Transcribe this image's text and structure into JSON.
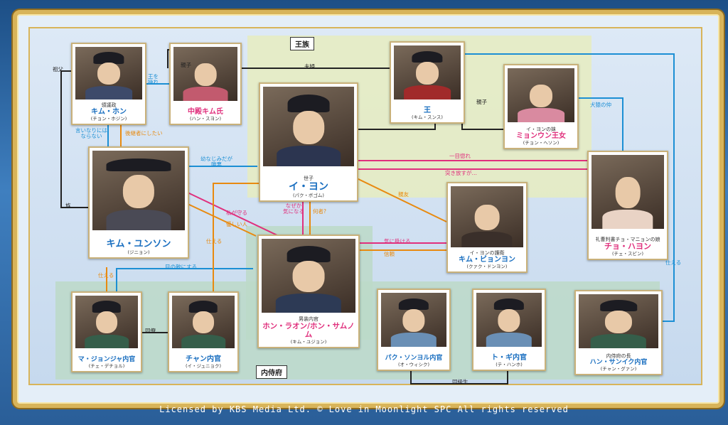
{
  "zones": {
    "royal": "王族",
    "eunuch": "内侍府"
  },
  "characters": [
    {
      "id": "kim-hon",
      "role": "領議政",
      "name": "キム・ホン",
      "actor": "(チョン・ホジン)",
      "color": "blue"
    },
    {
      "id": "queen-kim",
      "role": "",
      "name": "中殿キム氏",
      "actor": "(ハン・スヨン)",
      "color": "pink"
    },
    {
      "id": "king",
      "role": "",
      "name": "王",
      "actor": "(キム・スンス)",
      "color": "blue"
    },
    {
      "id": "princess-myeongeun",
      "role": "イ・ヨンの妹",
      "name": "ミョンウン王女",
      "actor": "(チョン・ヘソン)",
      "color": "pink"
    },
    {
      "id": "lee-yeong",
      "role": "世子",
      "name": "イ・ヨン",
      "actor": "(パク・ボゴム)",
      "color": "blue"
    },
    {
      "id": "kim-yunseong",
      "role": "",
      "name": "キム・ユンソン",
      "actor": "(ジニョン)",
      "color": "blue"
    },
    {
      "id": "jo-hayeon",
      "role": "礼曹判書チョ・マニョンの娘",
      "name": "チョ・ハヨン",
      "actor": "(チェ・スビン)",
      "color": "pink"
    },
    {
      "id": "kim-byeongyeon",
      "role": "イ・ヨンの護衛",
      "name": "キム・ビョンヨン",
      "actor": "(クァク・ドンヨン)",
      "color": "blue"
    },
    {
      "id": "hong-raon",
      "role": "男装内官",
      "name": "ホン・ラオン/ホン・サムノム",
      "actor": "(キム・ユジョン)",
      "color": "pink"
    },
    {
      "id": "ma-jongja",
      "role": "",
      "name": "マ・ジョンジャ内官",
      "actor": "(チェ・デチョル)",
      "color": "blue"
    },
    {
      "id": "chang",
      "role": "",
      "name": "チャン内官",
      "actor": "(イ・ジュニョク)",
      "color": "blue"
    },
    {
      "id": "park-sonyeol",
      "role": "",
      "name": "パク・ソンヨル内官",
      "actor": "(オ・ウィシク)",
      "color": "blue"
    },
    {
      "id": "togi",
      "role": "",
      "name": "ト・ギ内官",
      "actor": "(テ・ハンホ)",
      "color": "blue"
    },
    {
      "id": "han-sangik",
      "role": "内侍府の長",
      "name": "ハン・サンイク内官",
      "actor": "(チャン・グァン)",
      "color": "blue"
    }
  ],
  "relations": [
    {
      "id": "sofu",
      "text": "祖父",
      "color": "black"
    },
    {
      "id": "oyako1",
      "text": "親子",
      "color": "black"
    },
    {
      "id": "fuufu",
      "text": "夫婦",
      "color": "black"
    },
    {
      "id": "oyako2",
      "text": "親子",
      "color": "black"
    },
    {
      "id": "ou-wo",
      "text": "王を\n操れ",
      "color": "blue"
    },
    {
      "id": "iinari",
      "text": "言いなりには\nならない",
      "color": "blue"
    },
    {
      "id": "koukeisha",
      "text": "後継者にしたい",
      "color": "orange"
    },
    {
      "id": "osananajimi",
      "text": "幼なじみだが\n険悪",
      "color": "blue"
    },
    {
      "id": "kenen",
      "text": "犬猿の仲",
      "color": "blue"
    },
    {
      "id": "hitomebore",
      "text": "一目惚れ",
      "color": "pink"
    },
    {
      "id": "tsukihanasu",
      "text": "突き放すが…",
      "color": "pink"
    },
    {
      "id": "shinyuu",
      "text": "親友",
      "color": "orange"
    },
    {
      "id": "zoku",
      "text": "族",
      "color": "black"
    },
    {
      "id": "watashi",
      "text": "私が守る",
      "color": "pink"
    },
    {
      "id": "yasashii",
      "text": "優しい人",
      "color": "orange"
    },
    {
      "id": "nazeka",
      "text": "なぜか\n気になる",
      "color": "pink"
    },
    {
      "id": "nanimono",
      "text": "何者?",
      "color": "orange"
    },
    {
      "id": "ki-ni",
      "text": "気に掛ける",
      "color": "pink"
    },
    {
      "id": "shinrai",
      "text": "信頼",
      "color": "orange"
    },
    {
      "id": "tsukaeru1",
      "text": "仕える",
      "color": "orange"
    },
    {
      "id": "tsukaeru2",
      "text": "仕える",
      "color": "orange"
    },
    {
      "id": "me-no-kataki",
      "text": "目の敵にする",
      "color": "blue"
    },
    {
      "id": "doukan",
      "text": "同僚",
      "color": "black"
    },
    {
      "id": "doukisei",
      "text": "同級生",
      "color": "black"
    },
    {
      "id": "tsukaeru3",
      "text": "仕える",
      "color": "blue"
    }
  ],
  "footer": "Licensed by KBS Media Ltd. © Love in Moonlight SPC All rights reserved"
}
